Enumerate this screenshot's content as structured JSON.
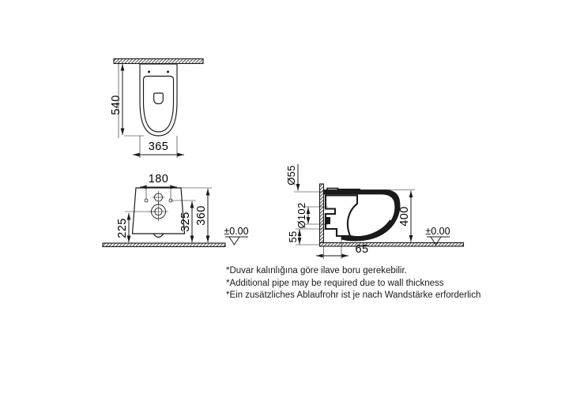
{
  "drawing": {
    "title": "Wall-hung WC pan technical dimension drawing",
    "units": "mm",
    "line_color": "#1a1a1a",
    "hatch_color": "#3a3a3a",
    "views": {
      "top": {
        "name": "plan-view",
        "dimensions": {
          "depth": "540",
          "width": "365"
        }
      },
      "front": {
        "name": "front-view",
        "dimensions": {
          "bolt_spacing": "180",
          "outlet_height": "225",
          "body_height": "325",
          "total_height": "360"
        },
        "level_mark": "±0.00"
      },
      "side": {
        "name": "side-section-view",
        "dimensions": {
          "flush_pipe_dia": "Ø55",
          "outlet_dia": "Ø102",
          "outlet_offset": "55",
          "projection_height": "400",
          "wall_offset": "65"
        },
        "level_mark": "±0.00"
      }
    }
  },
  "notes": {
    "line_tr": "*Duvar kalınlığına göre ilave boru gerekebilir.",
    "line_en": "*Additional pipe may be required due to wall thickness",
    "line_de": "*Ein zusätzliches Ablaufrohr ist je nach Wandstärke erforderlich"
  }
}
